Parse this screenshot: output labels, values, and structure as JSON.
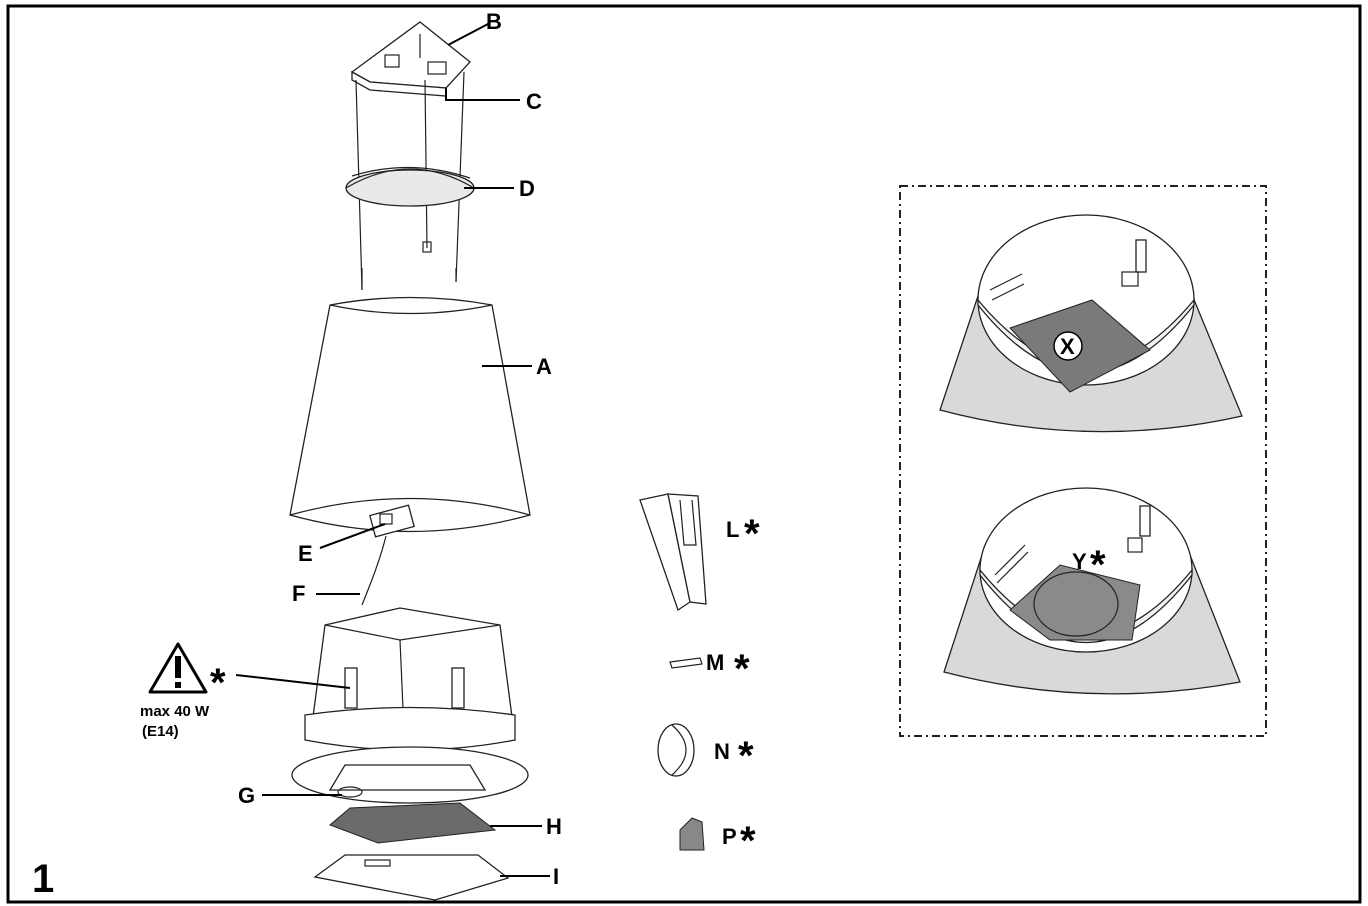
{
  "figure": {
    "number": "1"
  },
  "labels": {
    "A": "A",
    "B": "B",
    "C": "C",
    "D": "D",
    "E": "E",
    "F": "F",
    "G": "G",
    "H": "H",
    "I": "I",
    "L": "L",
    "M": "M",
    "N": "N",
    "P": "P",
    "X": "X",
    "Y": "Y"
  },
  "asterisk": "*",
  "lamp_warning": {
    "line1": "max 40 W",
    "line2": "(E14)",
    "icon": "warning-triangle-icon"
  },
  "colors": {
    "stroke": "#222222",
    "shade": "#d9d9d9",
    "filter": "#6b6b6b"
  }
}
